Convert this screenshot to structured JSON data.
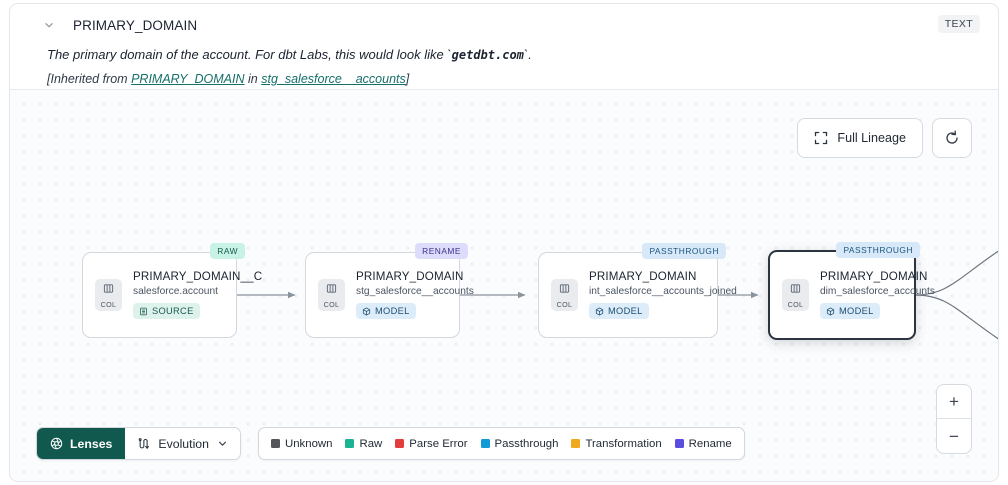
{
  "header": {
    "collapse_icon": "chevron-down-icon",
    "title": "PRIMARY_DOMAIN",
    "type_badge": "TEXT",
    "description_pre": "The primary domain of the account. For dbt Labs, this would look like `",
    "description_code": "getdbt.com",
    "description_post": "`.",
    "inherited_prefix": "[Inherited from ",
    "inherited_column": "PRIMARY_DOMAIN",
    "inherited_mid": " in ",
    "inherited_table": "stg_salesforce__accounts",
    "inherited_suffix": "]"
  },
  "controls": {
    "full_lineage_label": "Full Lineage",
    "full_lineage_icon": "expand-icon",
    "refresh_icon": "refresh-icon",
    "zoom_in_label": "+",
    "zoom_out_label": "−"
  },
  "graph": {
    "nodes": [
      {
        "column": "PRIMARY_DOMAIN__C",
        "table": "salesforce.account",
        "kind": "SOURCE",
        "kind_icon": "database-icon",
        "kind_class": "kind-source",
        "tag": "RAW",
        "tag_class": "tag-raw",
        "chip_label": "COL",
        "chip_icon": "columns-icon",
        "selected": false
      },
      {
        "column": "PRIMARY_DOMAIN",
        "table": "stg_salesforce__accounts",
        "kind": "MODEL",
        "kind_icon": "cube-icon",
        "kind_class": "kind-model",
        "tag": "RENAME",
        "tag_class": "tag-rename",
        "chip_label": "COL",
        "chip_icon": "columns-icon",
        "selected": false
      },
      {
        "column": "PRIMARY_DOMAIN",
        "table": "int_salesforce__accounts_joined",
        "kind": "MODEL",
        "kind_icon": "cube-icon",
        "kind_class": "kind-model",
        "tag": "PASSTHROUGH",
        "tag_class": "tag-passthrough",
        "chip_label": "COL",
        "chip_icon": "columns-icon",
        "selected": false
      },
      {
        "column": "PRIMARY_DOMAIN",
        "table": "dim_salesforce_accounts",
        "kind": "MODEL",
        "kind_icon": "cube-icon",
        "kind_class": "kind-model",
        "tag": "PASSTHROUGH",
        "tag_class": "tag-passthrough",
        "chip_label": "COL",
        "chip_icon": "columns-icon",
        "selected": true
      }
    ]
  },
  "toolbar": {
    "lenses_label": "Lenses",
    "lenses_icon": "aperture-icon",
    "evolution_label": "Evolution",
    "evolution_icon": "evolution-flow-icon",
    "evolution_caret": "chevron-down-icon"
  },
  "legend": {
    "items": [
      {
        "label": "Unknown",
        "color": "#53575c"
      },
      {
        "label": "Raw",
        "color": "#1ab394"
      },
      {
        "label": "Parse Error",
        "color": "#e33d3d"
      },
      {
        "label": "Passthrough",
        "color": "#129ad6"
      },
      {
        "label": "Transformation",
        "color": "#f0a81c"
      },
      {
        "label": "Rename",
        "color": "#5a4de0"
      }
    ]
  }
}
